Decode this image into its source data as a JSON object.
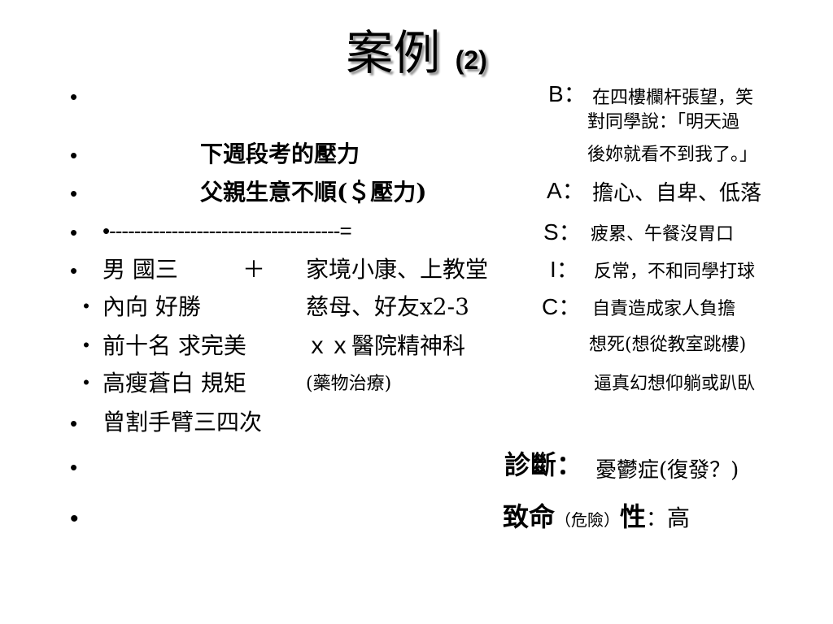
{
  "title": {
    "main": "案例",
    "num": "(2)"
  },
  "bullet_char": "•",
  "sub_bullet_char": "・",
  "left": {
    "stress_exam": "下週段考的壓力",
    "stress_father": "父親生意不順(＄壓力)",
    "arrow": "•-------------------------------------=",
    "row1": {
      "a": "男  國三",
      "b": "＋",
      "c": "家境小康、上教堂"
    },
    "row2": {
      "a": "內向  好勝",
      "c": "慈母、好友x2-3"
    },
    "row3": {
      "a": "前十名  求完美",
      "c": "ｘｘ醫院精神科"
    },
    "row4": {
      "a": "高瘦蒼白 規矩",
      "c": "(藥物治療)"
    },
    "self_harm": "曾割手臂三四次"
  },
  "right": {
    "b_letter": "B：",
    "b_line1": "在四樓欄杆張望，笑",
    "b_line2": "對同學說：「明天過",
    "b_line3": "後妳就看不到我了。」",
    "a_letter": "A：",
    "a_text": "擔心、自卑、低落",
    "s_letter": "S：",
    "s_text": "疲累、午餐沒胃口",
    "i_letter": "I：",
    "i_text": "反常，不和同學打球",
    "c_letter": "C：",
    "c_text": "自責造成家人負擔",
    "c_line2": "想死(想從教室跳樓)",
    "c_line3": "逼真幻想仰躺或趴臥"
  },
  "diagnosis": {
    "label": "診斷：",
    "value": "憂鬱症(復發？)"
  },
  "lethality": {
    "label1": "致命",
    "paren": "（危險）",
    "label2": "性",
    "colon": "：",
    "value": "高"
  }
}
